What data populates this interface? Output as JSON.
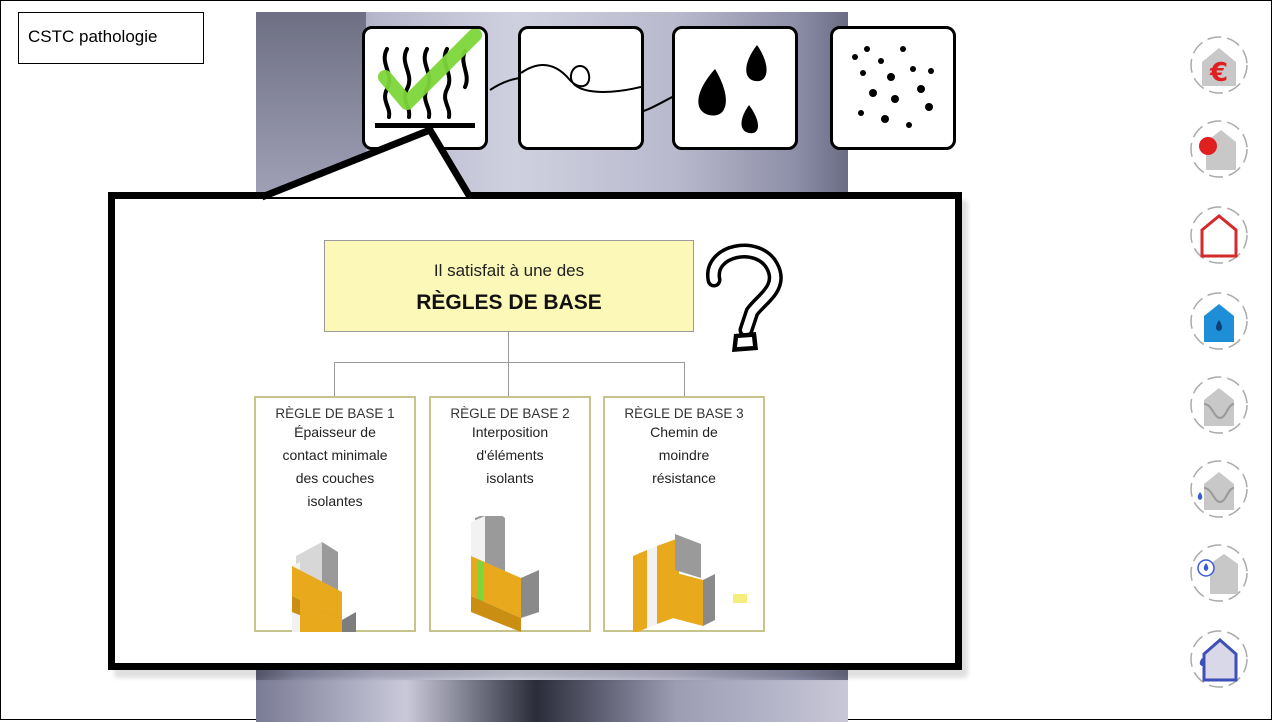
{
  "app": {
    "title": "CSTC pathologie"
  },
  "top_icons": [
    {
      "name": "heat-check",
      "icon": "heat-waves-check-icon",
      "selected": true
    },
    {
      "name": "airflow",
      "icon": "air-loop-icon",
      "selected": false
    },
    {
      "name": "water-drops",
      "icon": "water-drops-icon",
      "selected": false
    },
    {
      "name": "rain",
      "icon": "rain-icon",
      "selected": false
    }
  ],
  "main": {
    "heading_line1": "Il satisfait à une des",
    "heading_line2": "RÈGLES DE BASE",
    "question_mark": "?",
    "rules": [
      {
        "title": "RÈGLE DE BASE 1",
        "desc": [
          "Épaisseur de",
          "contact minimale",
          "des couches",
          "isolantes"
        ]
      },
      {
        "title": "RÈGLE DE BASE 2",
        "desc": [
          "Interposition",
          "d'éléments",
          "isolants"
        ]
      },
      {
        "title": "RÈGLE DE BASE 3",
        "desc": [
          "Chemin de",
          "moindre",
          "résistance"
        ]
      }
    ]
  },
  "sidebar": [
    {
      "icon": "house-euro-icon",
      "symbol": "€",
      "accent": "#e02020"
    },
    {
      "icon": "house-red-dot-icon",
      "accent": "#e02020"
    },
    {
      "icon": "house-red-outline-icon",
      "accent": "#d42a2a"
    },
    {
      "icon": "house-blue-drop-icon",
      "accent": "#1e8fd6"
    },
    {
      "icon": "house-condensation-icon",
      "accent": "#9a9a9a"
    },
    {
      "icon": "house-condensation-drop-icon",
      "accent": "#3b5bd6"
    },
    {
      "icon": "house-humidity-icon",
      "accent": "#3b5bd6"
    },
    {
      "icon": "house-blue-outline-icon",
      "accent": "#3f4fb8"
    }
  ],
  "colors": {
    "insulation": "#e8a91c",
    "highlight_green": "#7dd63a",
    "heading_bg": "#fbf8b8"
  }
}
